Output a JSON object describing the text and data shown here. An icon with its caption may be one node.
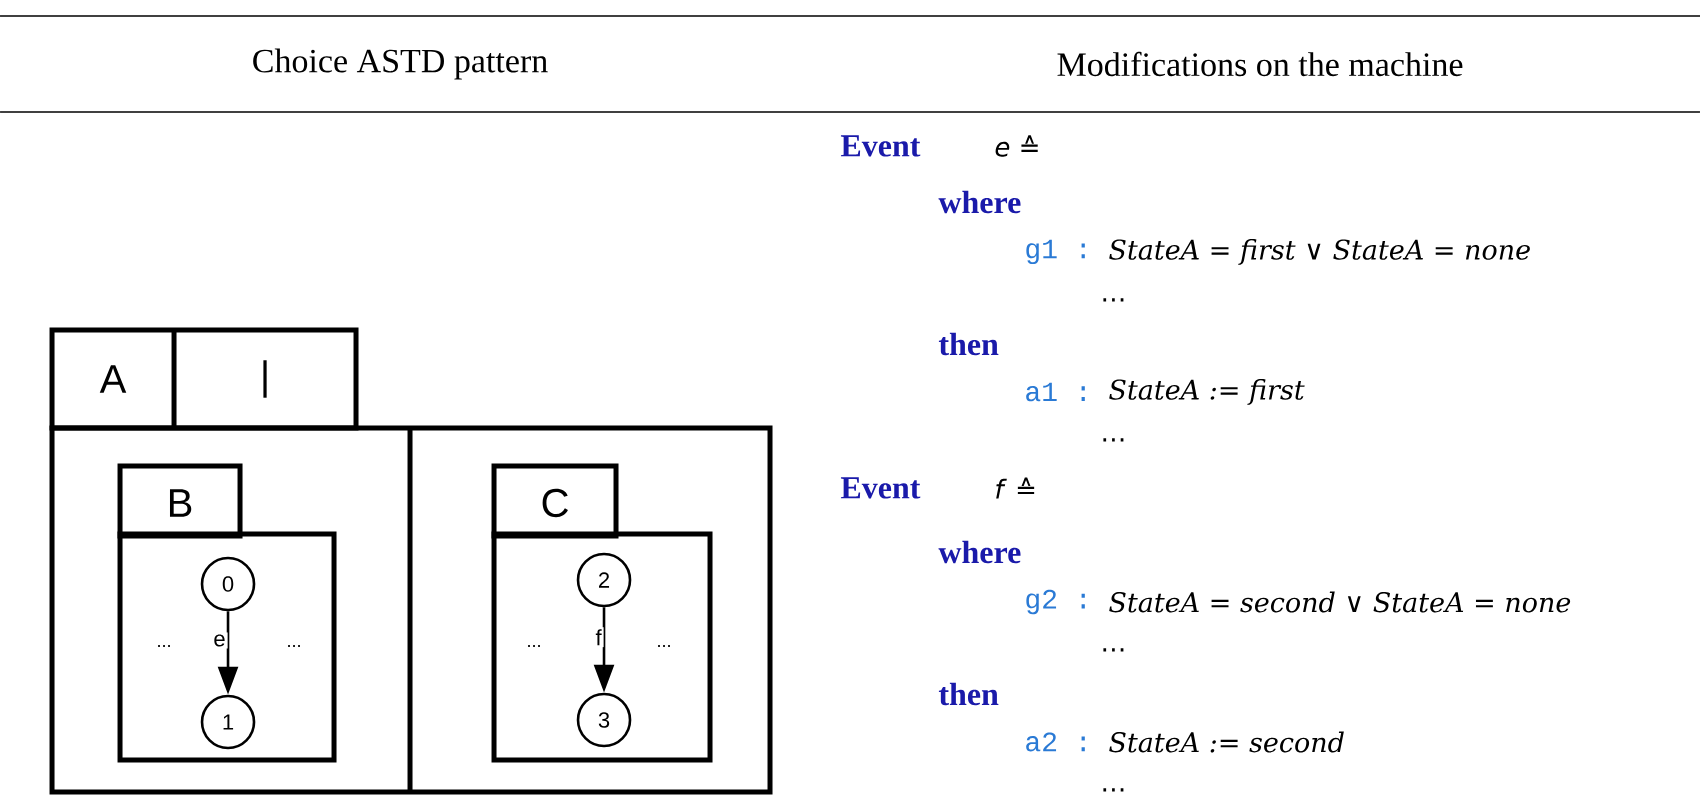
{
  "diagram": {
    "nodes": [
      {
        "text": [
          "A",
          "|"
        ]
      },
      {
        "text": [
          "B",
          "...",
          "..."
        ],
        "in": 0
      },
      {
        "text": [
          "0"
        ],
        "in": 1
      },
      {
        "text": [
          "1"
        ],
        "in": 1
      },
      {
        "text": [
          "C",
          "...",
          "..."
        ],
        "in": 0
      },
      {
        "text": [
          "2"
        ],
        "in": 4
      },
      {
        "text": [
          "3"
        ],
        "in": 4
      }
    ],
    "edges": [
      {
        "from": 2,
        "to": 3,
        "arrow": "to",
        "label": "e"
      },
      {
        "from": 5,
        "to": 6,
        "arrow": "to",
        "label": "f"
      }
    ],
    "labels": [
      "Choice ASTD pattern",
      "Modifications on the machine",
      "Event",
      "*e* ≙",
      "where",
      "g1 :",
      "StateA = first ∨ StateA = none",
      "…",
      "then",
      "a1 :",
      "StateA := first",
      "…",
      "Event",
      "*f* ≙",
      "where",
      "g2 :",
      "StateA = second ∨ StateA = none",
      "…",
      "then",
      "a2 :",
      "StateA := second",
      "…"
    ]
  }
}
